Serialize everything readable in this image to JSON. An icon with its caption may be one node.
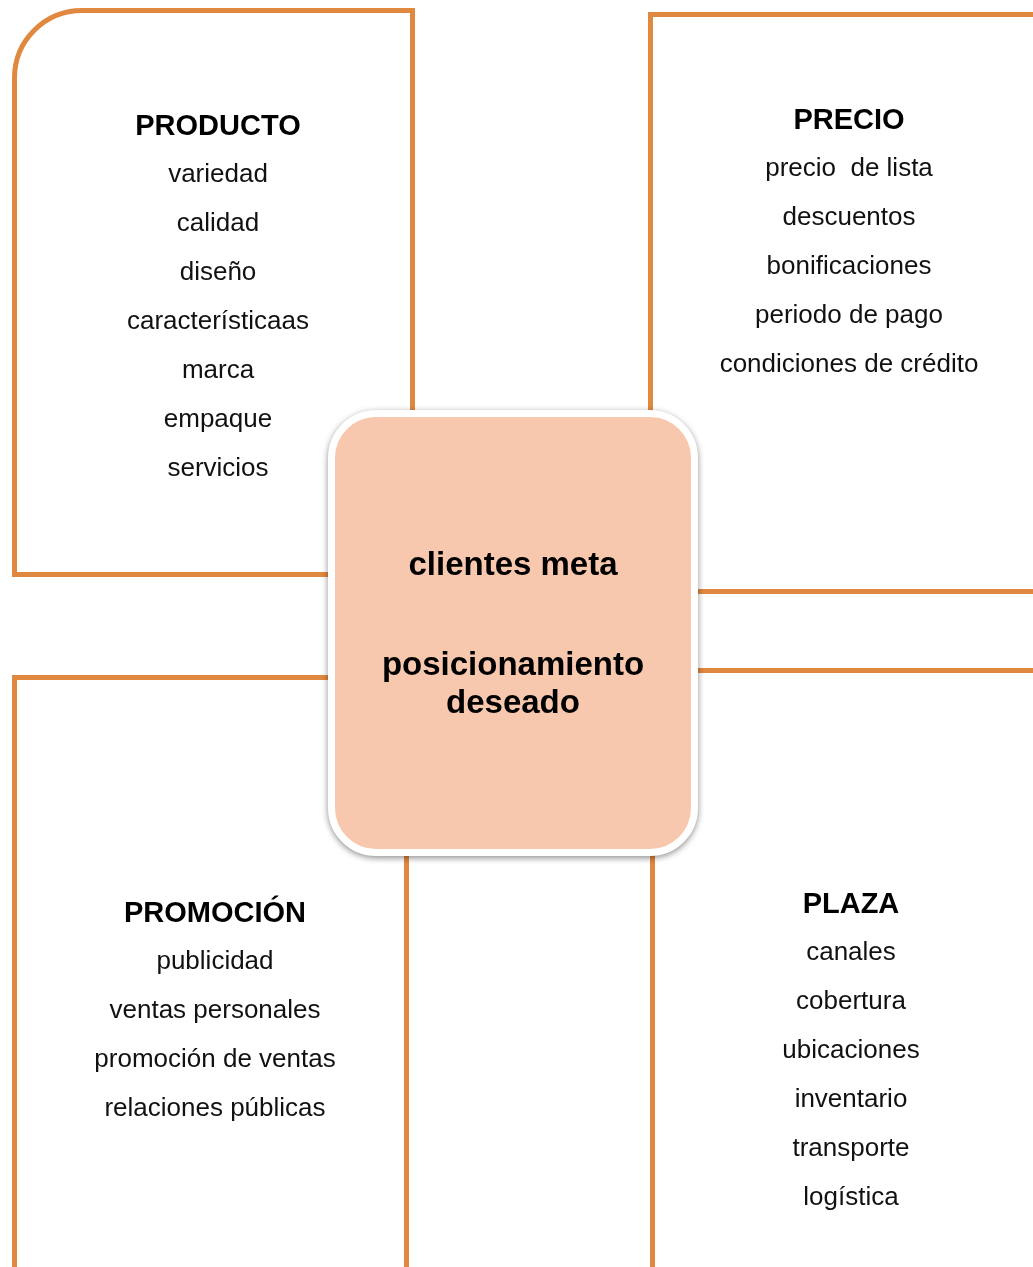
{
  "diagram": {
    "nodes": [
      {
        "text": [
          "PRODUCTO",
          "variedad",
          "calidad",
          "diseño",
          "característicaas",
          "marca",
          "empaque",
          "servicios"
        ]
      },
      {
        "text": [
          "PRECIO",
          "precio  de lista",
          "descuentos",
          "bonificaciones",
          "periodo de pago",
          "condiciones de crédito"
        ]
      },
      {
        "text": [
          "clientes meta",
          "posicionamiento deseado"
        ]
      },
      {
        "text": [
          "PROMOCIÓN",
          "publicidad",
          "ventas personales",
          "promoción de ventas",
          "relaciones públicas"
        ]
      },
      {
        "text": [
          "PLAZA",
          "canales",
          "cobertura",
          "ubicaciones",
          "inventario",
          "transporte",
          "logística"
        ]
      }
    ]
  }
}
